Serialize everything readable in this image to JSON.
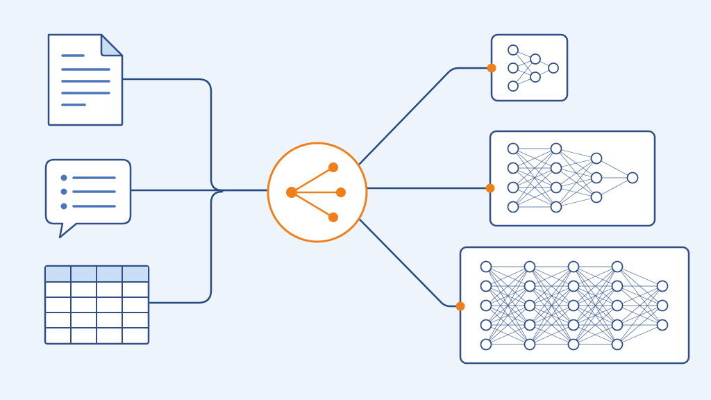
{
  "colors": {
    "background": "#eef4fb",
    "stroke": "#2f4f86",
    "accent": "#ef7f1a",
    "line": "#264b82",
    "icon_line": "#4a76b8",
    "table_header": "#c9def5",
    "card_fill": "#ffffff"
  },
  "inputs": [
    {
      "name": "document-icon"
    },
    {
      "name": "chat-list-icon"
    },
    {
      "name": "table-icon"
    }
  ],
  "router": {
    "name": "router-node-icon"
  },
  "models": [
    {
      "name": "small-network",
      "layers": [
        3,
        2,
        1
      ]
    },
    {
      "name": "medium-network",
      "layers": [
        4,
        4,
        3,
        1
      ]
    },
    {
      "name": "large-network",
      "layers": [
        5,
        5,
        5,
        5,
        3
      ]
    }
  ]
}
